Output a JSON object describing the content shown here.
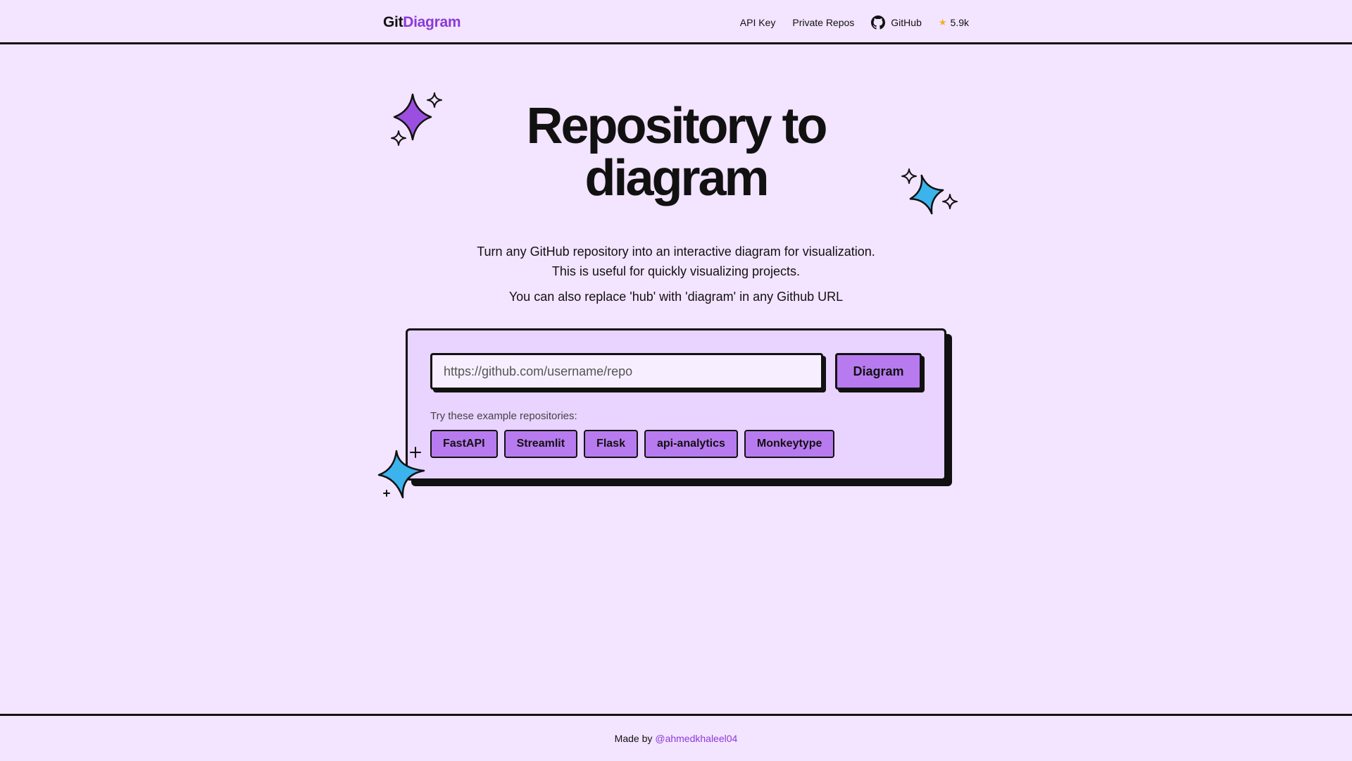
{
  "header": {
    "logo_part1": "Git",
    "logo_part2": "Diagram",
    "nav": {
      "api_key": "API Key",
      "private_repos": "Private Repos",
      "github": "GitHub",
      "stars": "5.9k"
    }
  },
  "hero": {
    "title_line1": "Repository to",
    "title_line2": "diagram",
    "desc_line1": "Turn any GitHub repository into an interactive diagram for visualization.",
    "desc_line2": "This is useful for quickly visualizing projects.",
    "hint": "You can also replace 'hub' with 'diagram' in any Github URL"
  },
  "form": {
    "input_placeholder": "https://github.com/username/repo",
    "input_value": "",
    "button_label": "Diagram",
    "examples_label": "Try these example repositories:",
    "examples": [
      "FastAPI",
      "Streamlit",
      "Flask",
      "api-analytics",
      "Monkeytype"
    ]
  },
  "footer": {
    "made_by": "Made by",
    "author": "@ahmedkhaleel04"
  },
  "colors": {
    "background": "#f3e4ff",
    "card": "#e9d3ff",
    "accent_purple": "#8b3ad8",
    "button_purple": "#b87bef",
    "sparkle_purple": "#9b4fe0",
    "sparkle_blue": "#3bb3ec",
    "star": "#f2b01e"
  },
  "icons": {
    "github": "github-icon",
    "star": "star-icon",
    "sparkle": "sparkle-icon"
  }
}
